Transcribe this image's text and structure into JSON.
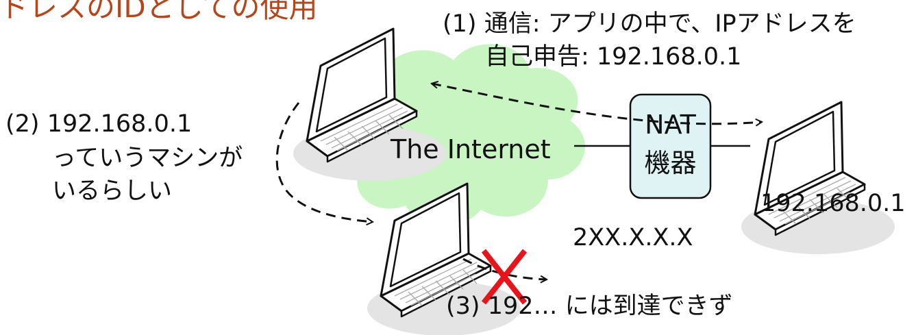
{
  "title": "ドレスのIDとしての使用",
  "cloud_label": "The Internet",
  "nat": {
    "line1": "NAT",
    "line2": "機器"
  },
  "nat_ip": "2XX.X.X.X",
  "right_laptop_ip": "192.168.0.1",
  "note1": {
    "line1": "(1) 通信: アプリの中で、IPアドレスを",
    "line2": "自己申告: 192.168.0.1"
  },
  "note2": {
    "line1": "(2) 192.168.0.1",
    "line2": "っていうマシンが",
    "line3": "いるらしい"
  },
  "note3": "(3) 192… には到達できず",
  "colors": {
    "title": "#b5461b",
    "cloud": "#c9f5c3",
    "nat_box": "#dff3f4",
    "cross": "#e8141c"
  },
  "icons": [
    "laptop-icon",
    "cloud-shape",
    "cross-mark-icon",
    "dashed-arrow"
  ]
}
